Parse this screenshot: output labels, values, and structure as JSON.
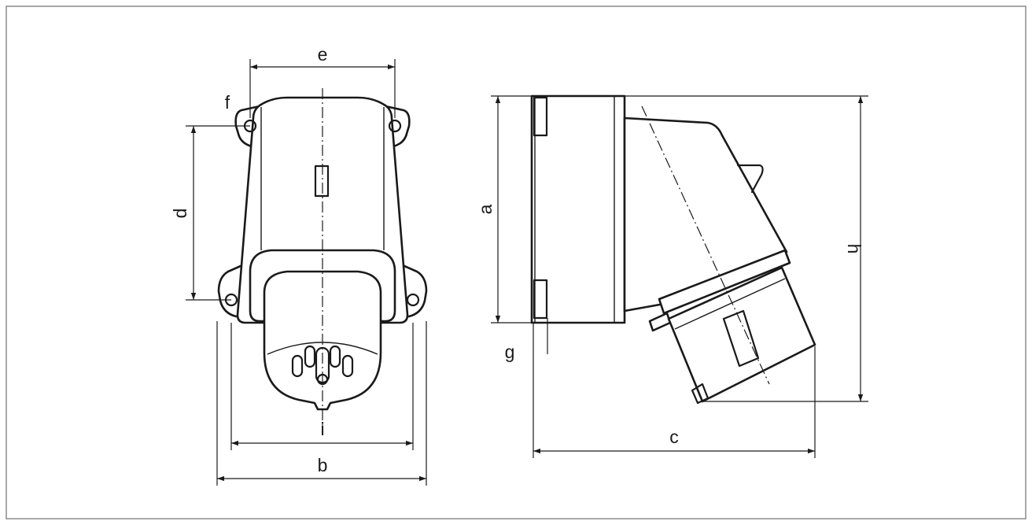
{
  "diagram": {
    "labels": {
      "a": "a",
      "b": "b",
      "c": "c",
      "d": "d",
      "e": "e",
      "f": "f",
      "g": "g",
      "h": "h",
      "i": "i"
    },
    "colors": {
      "line": "#1a1a1a",
      "frame": "#8c8c8c",
      "background": "#ffffff"
    }
  }
}
